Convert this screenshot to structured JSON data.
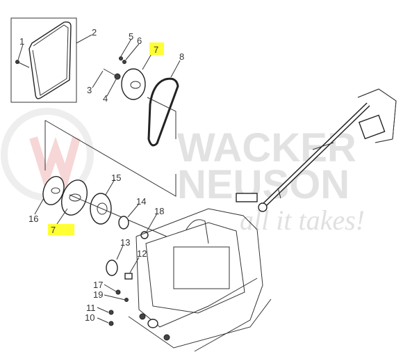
{
  "watermark": {
    "brand_line1": "WACKER",
    "brand_line2": "NEUSON",
    "tagline": "all it takes!"
  },
  "highlight_color": "#ffff33",
  "callouts": [
    {
      "id": "1"
    },
    {
      "id": "2"
    },
    {
      "id": "3"
    },
    {
      "id": "4"
    },
    {
      "id": "5"
    },
    {
      "id": "6"
    },
    {
      "id": "7"
    },
    {
      "id": "8"
    },
    {
      "id": "15"
    },
    {
      "id": "14"
    },
    {
      "id": "18"
    },
    {
      "id": "16"
    },
    {
      "id": "7"
    },
    {
      "id": "13"
    },
    {
      "id": "12"
    },
    {
      "id": "17"
    },
    {
      "id": "19"
    },
    {
      "id": "11"
    },
    {
      "id": "10"
    }
  ]
}
